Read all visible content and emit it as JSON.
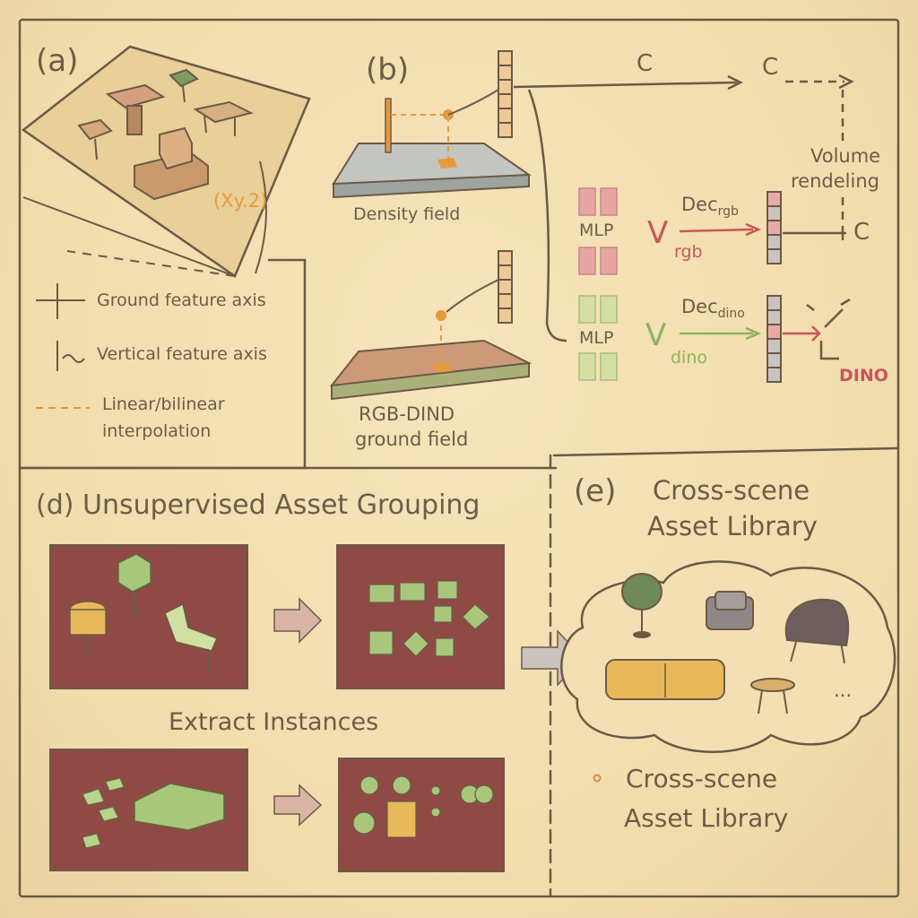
{
  "panel_a": {
    "label": "(a)",
    "coord_label": "(Xy.2)",
    "legend": [
      {
        "icon": "cross-icon",
        "text": "Ground  feature axis"
      },
      {
        "icon": "vertical-axis-icon",
        "text": "Vertical feature axis"
      },
      {
        "icon": "dashed-line-icon",
        "text_line1": "Linear/bilinear",
        "text_line2": "interpolation"
      }
    ]
  },
  "panel_b": {
    "label": "(b)",
    "density_field": "Density field",
    "ground_field_line1": "RGB-DIND",
    "ground_field_line2": "ground field",
    "c_top": "C",
    "c_right": "C",
    "c_out": "C",
    "volume_rendering_line1": "Volume",
    "volume_rendering_line2": "rendeling",
    "mlp_top": "MLP",
    "mlp_bottom": "MLP",
    "dec_rgb": "Dec",
    "dec_rgb_sub": "rgb",
    "v_rgb": "V",
    "v_rgb_sub": "rgb",
    "dec_dino": "Dec",
    "dec_dino_sub": "dino",
    "v_dino": "V",
    "v_dino_sub": "dino",
    "dino_out": "DINO"
  },
  "panel_d": {
    "title": "(d) Unsupervised Asset Grouping",
    "extract_instances": "Extract Instances"
  },
  "panel_e": {
    "label": "(e)",
    "title_line1": "Cross-scene",
    "title_line2": "Asset Library",
    "ellipsis": "...",
    "caption_line1": "Cross-scene",
    "caption_line2": "Asset Library"
  },
  "colors": {
    "ink": "#6b5a46",
    "background": "#f3dfb3",
    "panel_maroon": "#8f4a46",
    "asset_green": "#a9c77a",
    "asset_yellow": "#e8b95a",
    "accent_red": "#c8565a",
    "accent_green": "#8cb45a",
    "accent_orange": "#e69a3c"
  }
}
